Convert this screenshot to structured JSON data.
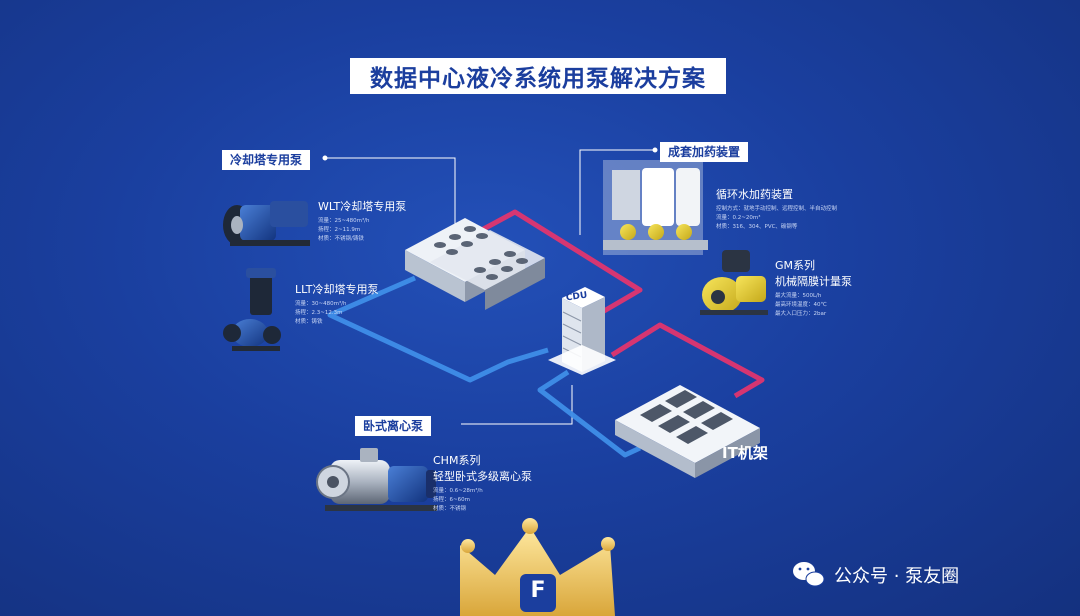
{
  "title": "数据中心液冷系统用泵解决方案",
  "sections": {
    "cooling_tower": "冷却塔专用泵",
    "dosing": "成套加药装置",
    "horizontal": "卧式离心泵"
  },
  "products": {
    "wlt": {
      "name": "WLT冷却塔专用泵",
      "specs": [
        "流量：25~480m³/h",
        "扬程：2~11.9m",
        "材质：不锈钢/铸铁"
      ]
    },
    "llt": {
      "name": "LLT冷却塔专用泵",
      "specs": [
        "流量：30~480m³/h",
        "扬程：2.3~12.3m",
        "材质：铸铁"
      ]
    },
    "dosing_unit": {
      "name": "循环水加药装置",
      "specs": [
        "控制方式：就地手动控制、远程控制、半自动控制",
        "流量：0.2~20m³",
        "材质：316、304、PVC、碳钢等"
      ]
    },
    "gm": {
      "name": "GM系列",
      "subname": "机械隔膜计量泵",
      "specs": [
        "最大流量：500L/h",
        "最高环境温度：40℃",
        "最大入口压力：2bar"
      ]
    },
    "chm": {
      "name": "CHM系列",
      "subname": "轻型卧式多级离心泵",
      "specs": [
        "流量：0.6~28m³/h",
        "扬程：6~60m",
        "材质：不锈钢"
      ]
    }
  },
  "labels": {
    "cdu": "CDU",
    "it": "IT机架"
  },
  "watermark": "公众号 · 泵友圈",
  "logo_letter": "F",
  "colors": {
    "background": "#1a3f9f",
    "title_text": "#1b3e9e",
    "hot_pipe": "#e0356f",
    "cold_pipe": "#3f8ee8",
    "crown": "#f3c95a"
  }
}
